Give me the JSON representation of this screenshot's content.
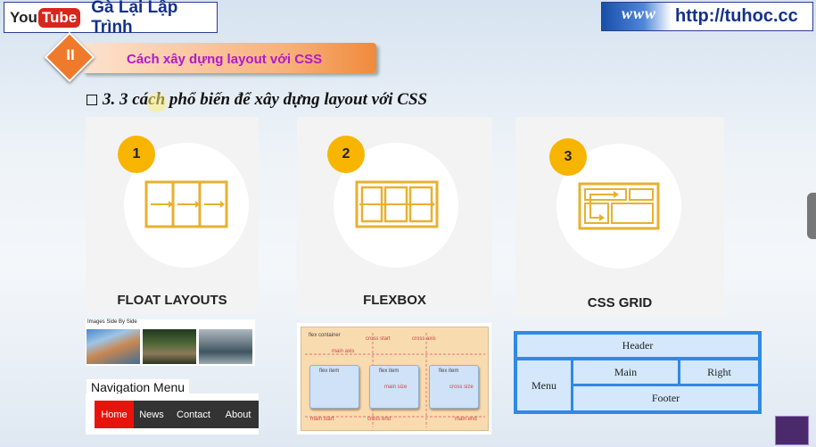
{
  "header": {
    "yt_you": "You",
    "yt_tube": "Tube",
    "channel": "Gà Lại Lập Trình",
    "www": "www",
    "url": "http://tuhoc.cc"
  },
  "section": {
    "number": "II",
    "title": "Cách xây dựng layout với CSS"
  },
  "heading": "3. 3 cách phổ biến để xây dựng layout với CSS",
  "cards": [
    {
      "number": "1",
      "label": "FLOAT LAYOUTS"
    },
    {
      "number": "2",
      "label": "FLEXBOX"
    },
    {
      "number": "3",
      "label": "CSS GRID"
    }
  ],
  "images_example": {
    "caption": "Images Side By Side"
  },
  "nav_example": {
    "title": "Navigation Menu",
    "items": [
      "Home",
      "News",
      "Contact",
      "About"
    ],
    "active_color": "#e8140c"
  },
  "flex_example": {
    "container": "flex container",
    "item": "flex item",
    "cross_start": "cross start",
    "cross_axis": "cross axis",
    "main_axis": "main axis",
    "main_size": "main size",
    "cross_size": "cross size",
    "main_start": "main start",
    "cross_end": "cross end",
    "main_end": "main end"
  },
  "grid_example": {
    "header": "Header",
    "menu": "Menu",
    "main": "Main",
    "right": "Right",
    "footer": "Footer"
  },
  "colors": {
    "badge": "#f8b500",
    "icon": "#e8b030",
    "banner_text": "#b21ac8",
    "brand_blue": "#13328a"
  }
}
